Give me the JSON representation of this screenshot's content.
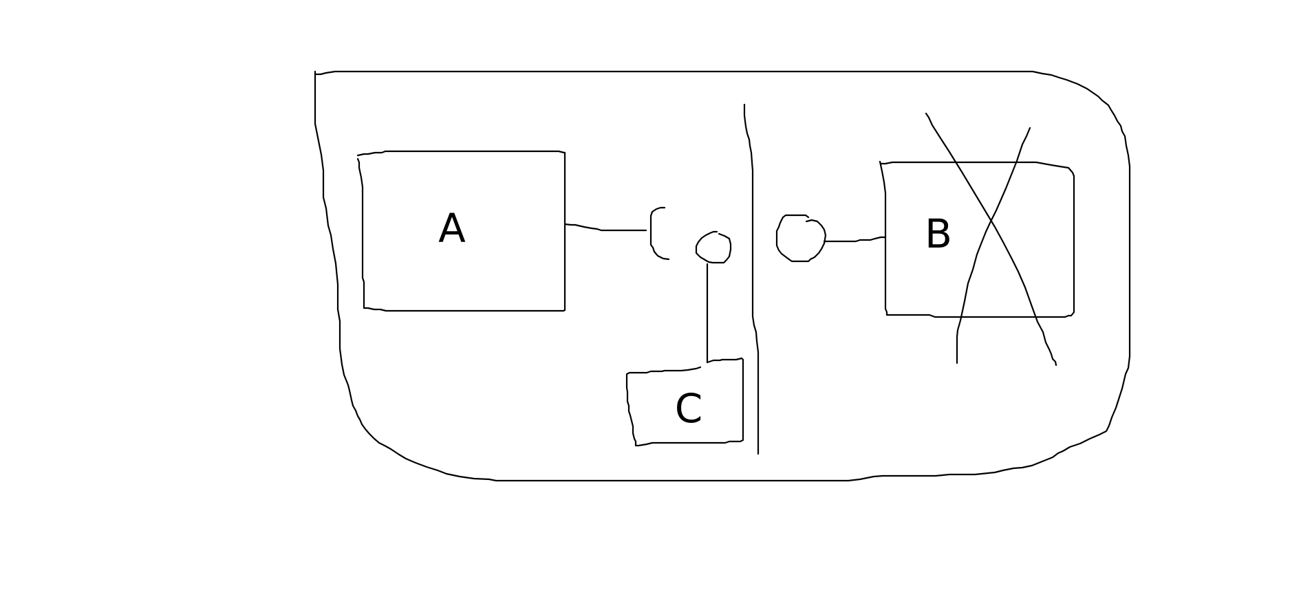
{
  "diagram": {
    "components": [
      {
        "id": "component-a",
        "label": "A",
        "status": "active"
      },
      {
        "id": "component-b",
        "label": "B",
        "status": "crossed-out"
      },
      {
        "id": "component-c",
        "label": "C",
        "status": "active"
      }
    ],
    "connections": [
      {
        "from": "A",
        "to": "required-interface-socket"
      },
      {
        "from": "B",
        "to": "provided-interface-ball"
      },
      {
        "from": "C",
        "to": "provided-interface-ball"
      }
    ],
    "colors": {
      "ink": "#000000",
      "background": "#ffffff"
    }
  }
}
